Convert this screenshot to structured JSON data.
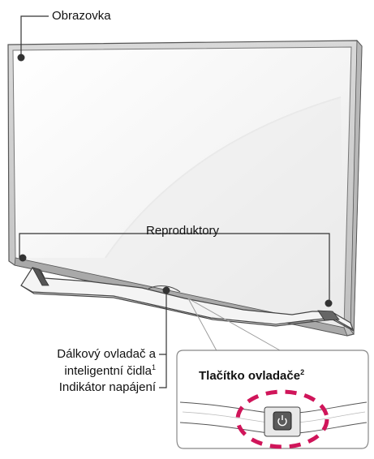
{
  "labels": {
    "screen": "Obrazovka",
    "speakers": "Reproduktory",
    "remote_line1": "Dálkový ovladač a",
    "remote_line2": "inteligentní čidla",
    "remote_sup": "1",
    "power_indicator": "Indikátor napájení"
  },
  "inset": {
    "title": "Tlačítko ovladače",
    "title_sup": "2",
    "button_icon": "power-icon"
  },
  "colors": {
    "leader": "#222222",
    "highlight_dashes": "#d0155a"
  }
}
